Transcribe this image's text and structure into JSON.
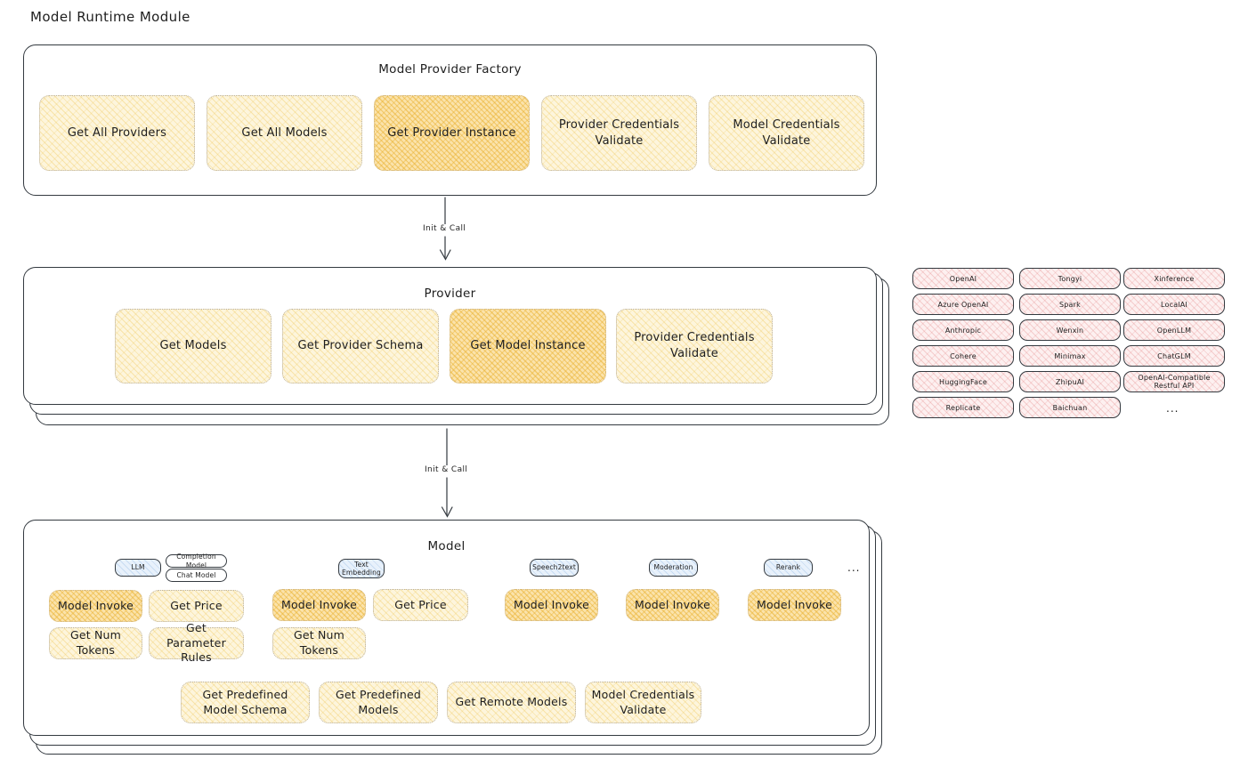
{
  "page": {
    "title": "Model Runtime Module"
  },
  "sections": {
    "factory": {
      "title": "Model Provider Factory",
      "items": [
        {
          "label": "Get All Providers",
          "highlighted": false
        },
        {
          "label": "Get All Models",
          "highlighted": false
        },
        {
          "label": "Get Provider Instance",
          "highlighted": true
        },
        {
          "label": "Provider Credentials Validate",
          "highlighted": false
        },
        {
          "label": "Model Credentials Validate",
          "highlighted": false
        }
      ]
    },
    "provider": {
      "title": "Provider",
      "items": [
        {
          "label": "Get Models",
          "highlighted": false
        },
        {
          "label": "Get Provider Schema",
          "highlighted": false
        },
        {
          "label": "Get Model Instance",
          "highlighted": true
        },
        {
          "label": "Provider Credentials Validate",
          "highlighted": false
        }
      ]
    },
    "model": {
      "title": "Model",
      "ellipsis": "...",
      "groups": [
        {
          "badge": "LLM",
          "sub_badges": [
            "Completion Model",
            "Chat Model"
          ],
          "items": [
            {
              "label": "Model Invoke",
              "highlighted": true
            },
            {
              "label": "Get Price",
              "highlighted": false
            },
            {
              "label": "Get Num Tokens",
              "highlighted": false
            },
            {
              "label": "Get Parameter Rules",
              "highlighted": false
            }
          ]
        },
        {
          "badge": "Text Embedding",
          "sub_badges": [],
          "items": [
            {
              "label": "Model Invoke",
              "highlighted": true
            },
            {
              "label": "Get Price",
              "highlighted": false
            },
            {
              "label": "Get Num Tokens",
              "highlighted": false
            }
          ]
        },
        {
          "badge": "Speech2text",
          "sub_badges": [],
          "items": [
            {
              "label": "Model Invoke",
              "highlighted": true
            }
          ]
        },
        {
          "badge": "Moderation",
          "sub_badges": [],
          "items": [
            {
              "label": "Model Invoke",
              "highlighted": true
            }
          ]
        },
        {
          "badge": "Rerank",
          "sub_badges": [],
          "items": [
            {
              "label": "Model Invoke",
              "highlighted": true
            }
          ]
        }
      ],
      "shared_items": [
        {
          "label": "Get Predefined Model Schema"
        },
        {
          "label": "Get Predefined Models"
        },
        {
          "label": "Get Remote Models"
        },
        {
          "label": "Model Credentials Validate"
        }
      ]
    }
  },
  "providers_list": {
    "ellipsis": "...",
    "columns": [
      [
        "OpenAI",
        "Azure OpenAI",
        "Anthropic",
        "Cohere",
        "HuggingFace",
        "Replicate"
      ],
      [
        "Tongyi",
        "Spark",
        "Wenxin",
        "Minimax",
        "ZhipuAI",
        "Baichuan"
      ],
      [
        "Xinference",
        "LocalAI",
        "OpenLLM",
        "ChatGLM",
        "OpenAI-Compatible Restful API"
      ]
    ]
  },
  "arrows": [
    {
      "label": "Init & Call"
    },
    {
      "label": "Init & Call"
    }
  ],
  "colors": {
    "chip_fill": "#fdf5dc",
    "chip_fill_highlight": "#fbe3ab",
    "provider_chip_fill": "#fdf0f0",
    "badge_fill": "#e8f1fb",
    "stroke": "#343a40",
    "text": "#1e1e1e"
  }
}
